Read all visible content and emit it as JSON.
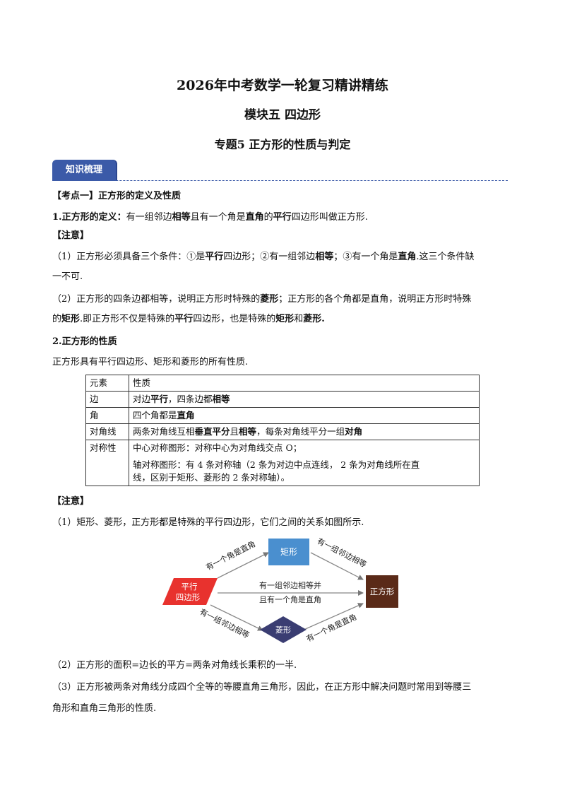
{
  "header": {
    "title": "2026年中考数学一轮复习精讲精练",
    "module": "模块五  四边形",
    "topic": "专题5  正方形的性质与判定"
  },
  "section_tag": "知识梳理",
  "kaodian1": {
    "heading": "【考点一】正方形的定义及性质",
    "def_num": "1.",
    "def_label": "正方形的定义：",
    "def_p1": "有一组邻边",
    "def_b1": "相等",
    "def_p2": "且有一个角是",
    "def_b2": "直角",
    "def_p3": "的",
    "def_b3": "平行",
    "def_p4": "四边形叫做正方形."
  },
  "note1": {
    "heading": "【注意】",
    "n1_p1": "（1）正方形必须具备三个条件：①是",
    "n1_b1": "平行",
    "n1_p2": "四边形；②有一组邻边",
    "n1_b2": "相等",
    "n1_p3": "；③有一个角是",
    "n1_b3": "直角",
    "n1_p4": ".这三个条件缺",
    "n1_cont": "一不可.",
    "n2_line1": "（2）正方形的四条边都相等，说明正方形时特殊的",
    "n2_b1": "菱形",
    "n2_line1b": "；正方形的各个角都是直角，说明正方形时特殊",
    "n2_p0": "的",
    "n2_b2": "矩形",
    "n2_p1": ".即正方形不仅是特殊的",
    "n2_b3": "平行",
    "n2_p2": "四边形，也是特殊的",
    "n2_b4": "矩形",
    "n2_p3": "和",
    "n2_b5": "菱形."
  },
  "props": {
    "heading": "2.正方形的性质",
    "intro": "正方形具有平行四边形、矩形和菱形的所有性质.",
    "table": {
      "h1": "元素",
      "h2": "性质",
      "r1_k": "边",
      "r1_p1": "对边",
      "r1_b1": "平行",
      "r1_p2": "，四条边都",
      "r1_b2": "相等",
      "r2_k": "角",
      "r2_p1": "四个角都是",
      "r2_b1": "直角",
      "r3_k": "对角线",
      "r3_p1": "两条对角线互相",
      "r3_b1": "垂直平分",
      "r3_p2": "且",
      "r3_b2": "相等",
      "r3_p3": "，每条对角线平分一组",
      "r3_b3": "对角",
      "r4_k": "对称性",
      "r4_l1": "中心对称图形：对称中心为对角线交点 O；",
      "r4_l2": "轴对称图形：有  4  条对称轴（2  条为对边中点连线，  2  条为对角线所在直",
      "r4_l3": "线，区别于矩形、菱形的  2  条对称轴）。"
    }
  },
  "note2": {
    "heading": "【注意】",
    "n1": "（1）矩形、菱形，正方形都是特殊的平行四边形，它们之间的关系如图所示.",
    "n2": "（2）正方形的面积=边长的平方=两条对角线长乘积的一半.",
    "n3_l1": "（3）正方形被两条对角线分成四个全等的等腰直角三角形，因此，在正方形中解决问题时常用到等腰三",
    "n3_l2": "角形和直角三角形的性质."
  },
  "diagram": {
    "parallelogram_l1": "平行",
    "parallelogram_l2": "四边形",
    "rectangle": "矩形",
    "rhombus": "菱形",
    "square": "正方形",
    "arrow_top_left": "有一个角是直角",
    "arrow_top_right": "有一组邻边相等",
    "arrow_mid_l1": "有一组邻边相等并",
    "arrow_mid_l2": "且有一个角是直角",
    "arrow_bot_left": "有一组邻边相等",
    "arrow_bot_right": "有一个角是直角",
    "colors": {
      "parallelogram": "#e8322e",
      "rectangle": "#4a8fcf",
      "rhombus": "#3a3d72",
      "square": "#5a2a18"
    }
  }
}
